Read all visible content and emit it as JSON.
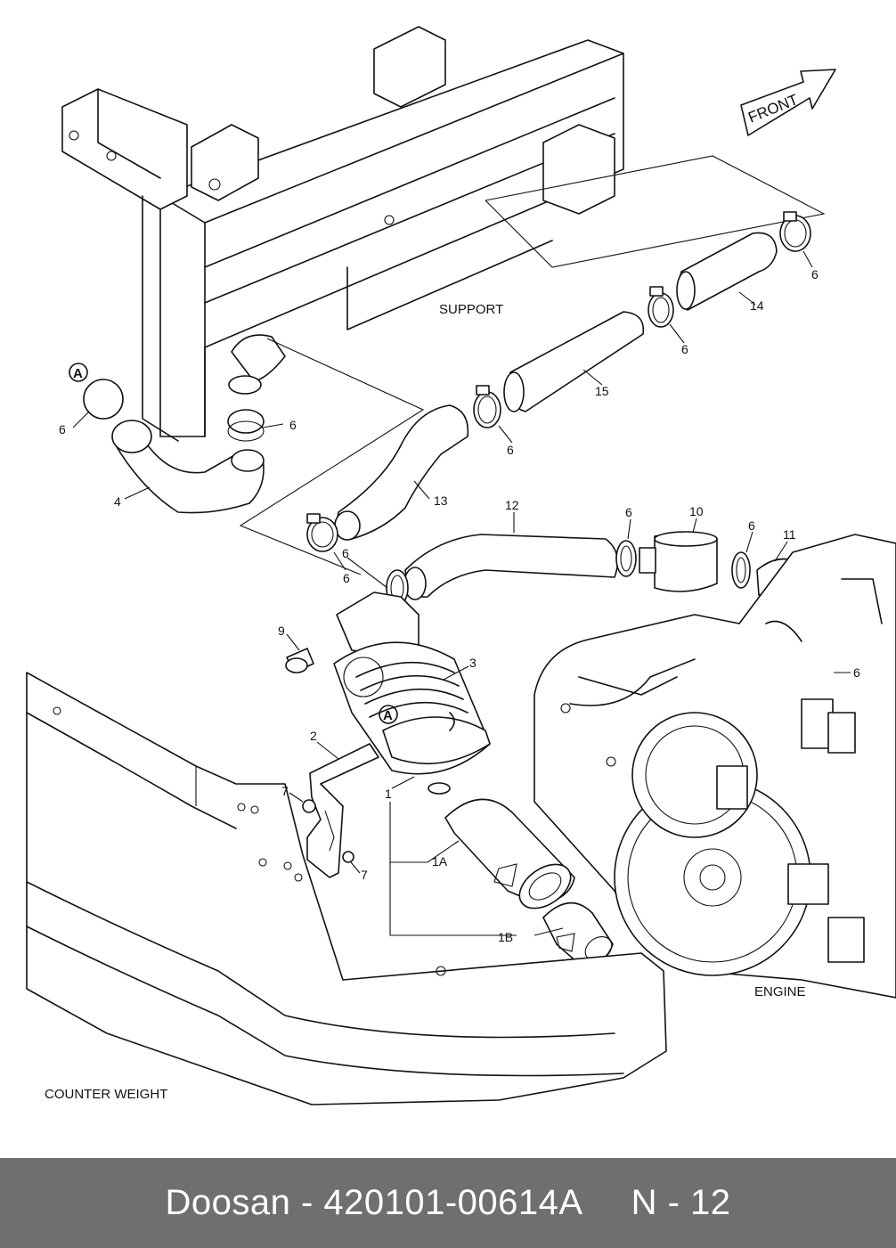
{
  "diagram": {
    "front_label": "FRONT",
    "zone_labels": {
      "support": "SUPPORT",
      "engine": "ENGINE",
      "counter_weight": "COUNTER WEIGHT"
    },
    "callout_a": "A",
    "parts": {
      "p1": "1",
      "p1a": "1A",
      "p1b": "1B",
      "p2": "2",
      "p3": "3",
      "p4": "4",
      "p6": "6",
      "p7": "7",
      "p9": "9",
      "p10": "10",
      "p11": "11",
      "p12": "12",
      "p13": "13",
      "p14": "14",
      "p15": "15"
    }
  },
  "footer": {
    "brand_part": "Doosan - 420101-00614A",
    "page": "N - 12"
  }
}
